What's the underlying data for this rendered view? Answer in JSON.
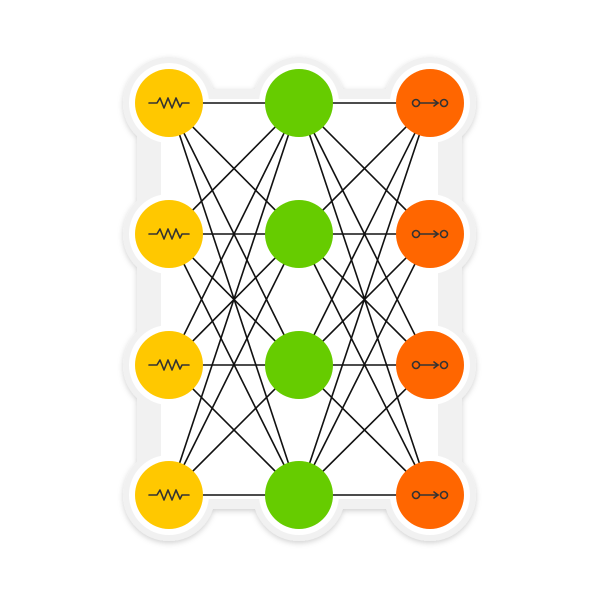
{
  "diagram": {
    "type": "fully-connected-network",
    "layers": [
      {
        "role": "input",
        "count": 4,
        "color": "#ffc800",
        "icon": "resistor-icon"
      },
      {
        "role": "hidden",
        "count": 4,
        "color": "#66cc00",
        "icon": ""
      },
      {
        "role": "output",
        "count": 4,
        "color": "#ff6600",
        "icon": "switch-icon"
      }
    ],
    "edges": [
      {
        "from_layer": 0,
        "to_layer": 1,
        "connectivity": "all-to-all"
      },
      {
        "from_layer": 1,
        "to_layer": 2,
        "connectivity": "all-to-all"
      }
    ],
    "colors": {
      "sticker_backing": "#f1f1f1",
      "sticker_shadow": "#d2d2d2",
      "panel": "#ffffff",
      "edge": "#111111",
      "icon_stroke": "#333333"
    }
  }
}
